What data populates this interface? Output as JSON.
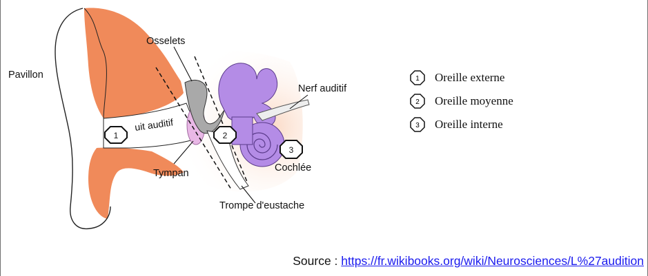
{
  "labels": {
    "pavillon": "Pavillon",
    "osselets": "Osselets",
    "conduit": "uit auditif",
    "tympan": "Tympan",
    "nerf": "Nerf auditif",
    "cochlee": "Cochlée",
    "trompe": "Trompe d'eustache"
  },
  "markers": [
    "1",
    "2",
    "3"
  ],
  "legend": [
    {
      "num": "1",
      "label": "Oreille externe"
    },
    {
      "num": "2",
      "label": "Oreille moyenne"
    },
    {
      "num": "3",
      "label": "Oreille interne"
    }
  ],
  "source": {
    "prefix": "Source : ",
    "link": "https://fr.wikibooks.org/wiki/Neurosciences/L%27audition"
  },
  "colors": {
    "outer_ear": "#f08a5a",
    "inner_ear": "#b48ce6",
    "tympan": "#e9b8e6",
    "ossicles": "#a9a9a9"
  }
}
